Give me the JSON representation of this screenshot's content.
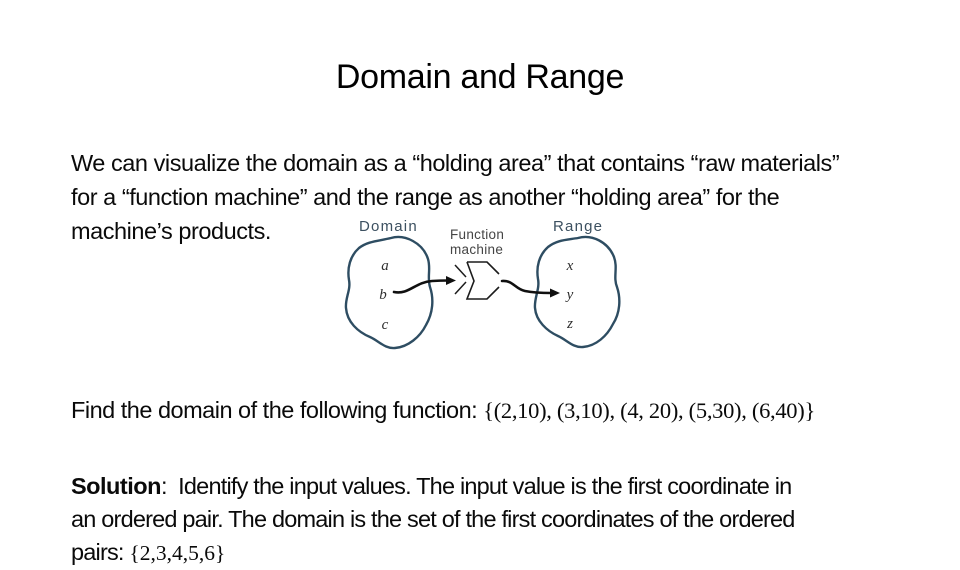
{
  "slide": {
    "title": "Domain and Range",
    "intro": "We can visualize the domain as a “holding area” that contains “raw materials”\nfor a “function machine” and the range as another “holding area” for the\nmachine’s products.",
    "find": {
      "text": "Find the domain of the following function: ",
      "set": "{(2,10), (3,10), (4, 20), (5,30), (6,40)}"
    },
    "solution": {
      "label": "Solution",
      "colon": ":",
      "body": "  Identify the input values. The input value is the first coordinate in\nan ordered pair. The domain is the set of the first coordinates of the ordered\npairs: ",
      "set": "{2,3,4,5,6}"
    }
  },
  "diagram": {
    "domain_label": "Domain",
    "machine_label_line1": "Function",
    "machine_label_line2": "machine",
    "range_label": "Range",
    "domain_items": [
      "a",
      "b",
      "c"
    ],
    "range_items": [
      "x",
      "y",
      "z"
    ],
    "colors": {
      "blob_stroke": "#2e4d62",
      "region_label": "#3c5060",
      "machine_label": "#454545",
      "arrow": "#101010",
      "text": "#0a0a0a",
      "background": "#ffffff"
    }
  }
}
